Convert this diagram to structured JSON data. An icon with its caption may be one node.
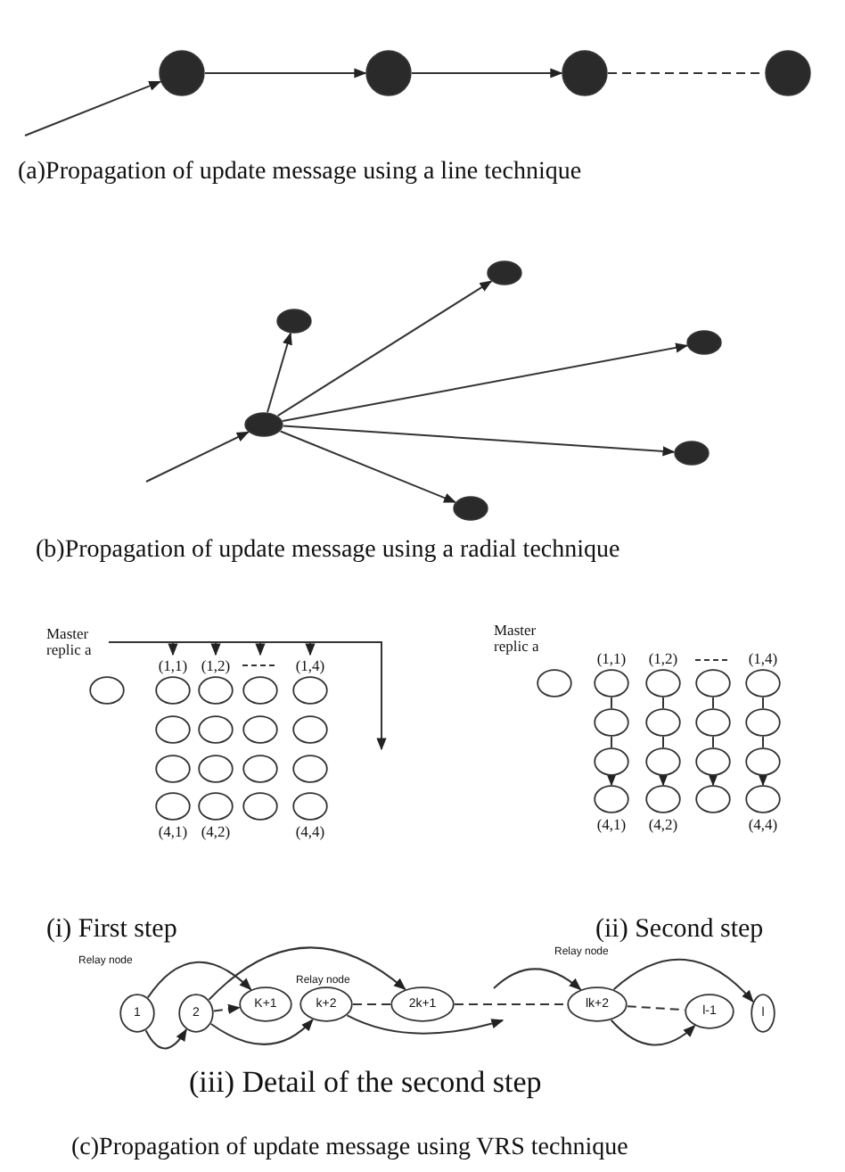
{
  "diagram": {
    "nodes": [
      {
        "text": [],
        "shape": "circle"
      },
      {
        "text": [],
        "shape": "circle"
      },
      {
        "text": [],
        "shape": "circle"
      },
      {
        "text": [],
        "shape": "circle"
      },
      {
        "text": [],
        "shape": "circle"
      },
      {
        "text": [],
        "shape": "circle"
      },
      {
        "text": [],
        "shape": "circle"
      },
      {
        "text": [],
        "shape": "circle"
      },
      {
        "text": [],
        "shape": "circle"
      },
      {
        "text": [],
        "shape": "circle"
      },
      {
        "text": [
          "Master replic a"
        ]
      },
      {
        "text": [],
        "shape": "circle",
        "beside": [
          "(1,1)"
        ]
      },
      {
        "text": [],
        "shape": "circle",
        "beside": [
          "(1,2)"
        ]
      },
      {
        "text": [],
        "shape": "circle"
      },
      {
        "text": [],
        "shape": "circle",
        "beside": [
          "(1,4)"
        ]
      },
      {
        "text": [],
        "shape": "circle"
      },
      {
        "text": [],
        "shape": "circle"
      },
      {
        "text": [],
        "shape": "circle"
      },
      {
        "text": [],
        "shape": "circle"
      },
      {
        "text": [],
        "shape": "circle"
      },
      {
        "text": [],
        "shape": "circle"
      },
      {
        "text": [],
        "shape": "circle"
      },
      {
        "text": [],
        "shape": "circle"
      },
      {
        "text": [],
        "shape": "circle",
        "beside": [
          "(4,1)"
        ]
      },
      {
        "text": [],
        "shape": "circle",
        "beside": [
          "(4,2)"
        ]
      },
      {
        "text": [],
        "shape": "circle"
      },
      {
        "text": [],
        "shape": "circle",
        "beside": [
          "(4,4)"
        ]
      },
      {
        "text": [
          "Master replic a"
        ]
      },
      {
        "text": [],
        "shape": "circle",
        "beside": [
          "(1,1)"
        ]
      },
      {
        "text": [],
        "shape": "circle",
        "beside": [
          "(1,2)"
        ]
      },
      {
        "text": [],
        "shape": "circle"
      },
      {
        "text": [],
        "shape": "circle",
        "beside": [
          "(1,4)"
        ]
      },
      {
        "text": [],
        "shape": "circle"
      },
      {
        "text": [],
        "shape": "circle"
      },
      {
        "text": [],
        "shape": "circle"
      },
      {
        "text": [],
        "shape": "circle"
      },
      {
        "text": [],
        "shape": "circle"
      },
      {
        "text": [],
        "shape": "circle"
      },
      {
        "text": [],
        "shape": "circle"
      },
      {
        "text": [],
        "shape": "circle"
      },
      {
        "text": [],
        "shape": "circle",
        "beside": [
          "(4,1)"
        ]
      },
      {
        "text": [],
        "shape": "circle",
        "beside": [
          "(4,2)"
        ]
      },
      {
        "text": [],
        "shape": "circle"
      },
      {
        "text": [],
        "shape": "circle",
        "beside": [
          "(4,4)"
        ]
      },
      {
        "text": [
          "1"
        ]
      },
      {
        "text": [
          "2"
        ]
      },
      {
        "text": [
          "K+1"
        ]
      },
      {
        "text": [
          "k+2"
        ]
      },
      {
        "text": [
          "2k+1"
        ]
      },
      {
        "text": [
          "lk+2"
        ]
      },
      {
        "text": [
          "l-1"
        ]
      },
      {
        "text": [
          "l"
        ]
      }
    ],
    "edges": [
      {
        "from": null,
        "to": 0,
        "arrow": "to"
      },
      {
        "from": 0,
        "to": 1,
        "arrow": "to"
      },
      {
        "from": 1,
        "to": 2,
        "arrow": "to"
      },
      {
        "from": 2,
        "to": 3,
        "arrow": "none",
        "style": "dashed"
      },
      {
        "from": null,
        "to": 4,
        "arrow": "to"
      },
      {
        "from": 4,
        "to": 5,
        "arrow": "to"
      },
      {
        "from": 4,
        "to": 6,
        "arrow": "to"
      },
      {
        "from": 4,
        "to": 7,
        "arrow": "to"
      },
      {
        "from": 4,
        "to": 8,
        "arrow": "to"
      },
      {
        "from": 4,
        "to": 9,
        "arrow": "to"
      },
      {
        "from": 10,
        "to": 11,
        "arrow": "to"
      },
      {
        "from": 10,
        "to": 12,
        "arrow": "to"
      },
      {
        "from": 10,
        "to": 13,
        "arrow": "to"
      },
      {
        "from": 10,
        "to": 14,
        "arrow": "to"
      },
      {
        "from": 10,
        "to": null,
        "arrow": "to"
      },
      {
        "from": 28,
        "to": 32,
        "arrow": "none"
      },
      {
        "from": 32,
        "to": 36,
        "arrow": "none"
      },
      {
        "from": 36,
        "to": 40,
        "arrow": "to"
      },
      {
        "from": 29,
        "to": 33,
        "arrow": "none"
      },
      {
        "from": 33,
        "to": 37,
        "arrow": "none"
      },
      {
        "from": 37,
        "to": 41,
        "arrow": "to"
      },
      {
        "from": 30,
        "to": 34,
        "arrow": "none"
      },
      {
        "from": 34,
        "to": 38,
        "arrow": "none"
      },
      {
        "from": 38,
        "to": 42,
        "arrow": "to"
      },
      {
        "from": 31,
        "to": 35,
        "arrow": "none"
      },
      {
        "from": 35,
        "to": 39,
        "arrow": "none"
      },
      {
        "from": 39,
        "to": 43,
        "arrow": "to"
      },
      {
        "from": 44,
        "to": 46,
        "arrow": "to"
      },
      {
        "from": 44,
        "to": 45,
        "arrow": "to"
      },
      {
        "from": 45,
        "to": 46,
        "arrow": "to",
        "style": "dashed"
      },
      {
        "from": 45,
        "to": 48,
        "arrow": "to"
      },
      {
        "from": 45,
        "to": 47,
        "arrow": "to"
      },
      {
        "from": 47,
        "to": 48,
        "arrow": "none",
        "style": "dashed"
      },
      {
        "from": 47,
        "to": null,
        "arrow": "to"
      },
      {
        "from": 48,
        "to": 49,
        "arrow": "none",
        "style": "dashed"
      },
      {
        "from": null,
        "to": 49,
        "arrow": "to"
      },
      {
        "from": 49,
        "to": 51,
        "arrow": "to"
      },
      {
        "from": 49,
        "to": 50,
        "arrow": "to"
      },
      {
        "from": 49,
        "to": 50,
        "arrow": "none",
        "style": "dashed"
      }
    ],
    "labels": [
      "(a)Propagation of update message using a line technique",
      "(b)Propagation of update message using a radial technique",
      "(i) First step",
      "(ii) Second step",
      "Relay node",
      "Relay node",
      "Relay node",
      "(iii) Detail of the second step",
      "(c)Propagation of update message using VRS technique"
    ]
  }
}
